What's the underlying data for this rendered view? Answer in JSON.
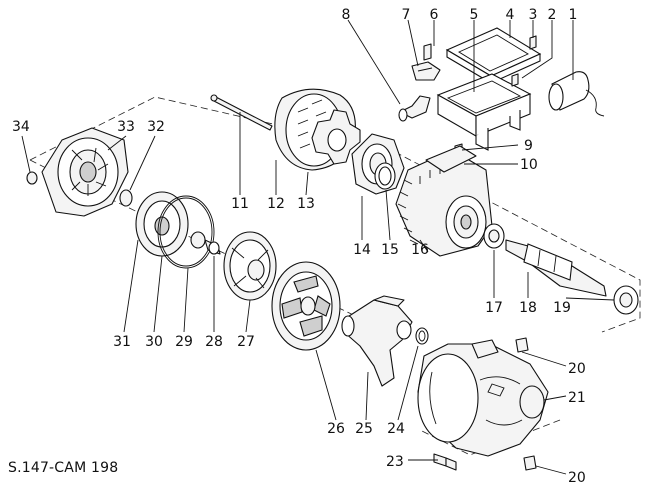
{
  "drawing_code": "S.147-CAM 198",
  "callouts": {
    "n1": "1",
    "n2": "2",
    "n3": "3",
    "n4": "4",
    "n5": "5",
    "n6": "6",
    "n7": "7",
    "n8": "8",
    "n9": "9",
    "n10": "10",
    "n11": "11",
    "n12": "12",
    "n13": "13",
    "n14": "14",
    "n15": "15",
    "n16": "16",
    "n17": "17",
    "n18": "18",
    "n19": "19",
    "n20a": "20",
    "n20b": "20",
    "n21": "21",
    "n23": "23",
    "n24": "24",
    "n25": "25",
    "n26": "26",
    "n27": "27",
    "n28": "28",
    "n29": "29",
    "n30": "30",
    "n31": "31",
    "n32": "32",
    "n33": "33",
    "n34": "34"
  }
}
